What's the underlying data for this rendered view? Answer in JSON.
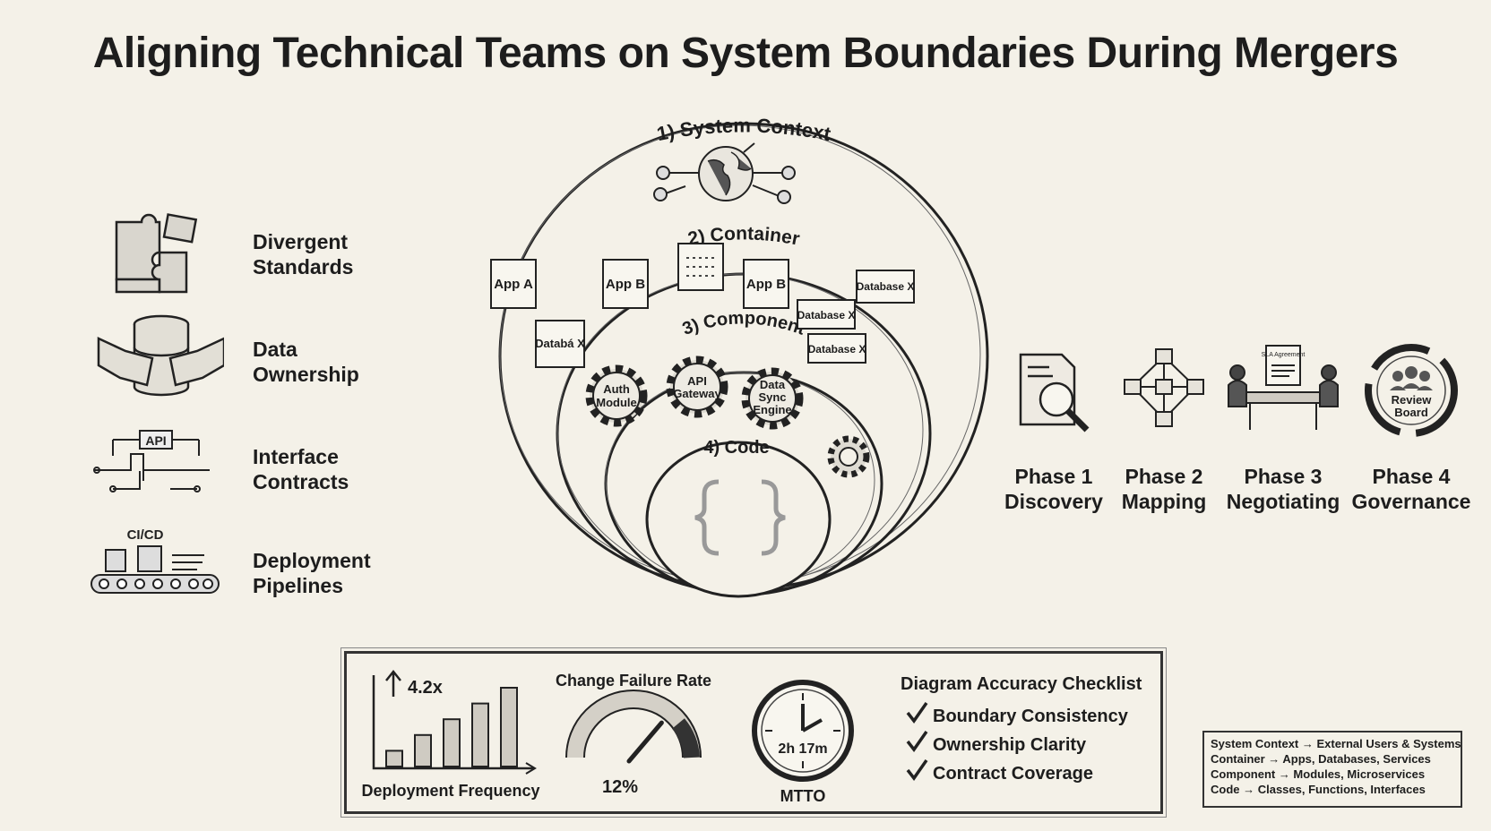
{
  "title": "Aligning Technical Teams on System Boundaries During Mergers",
  "challenges": [
    {
      "line1": "Divergent",
      "line2": "Standards",
      "icon": "puzzle-pieces-icon"
    },
    {
      "line1": "Data",
      "line2": "Ownership",
      "icon": "handshake-database-icon"
    },
    {
      "line1": "Interface",
      "line2": "Contracts",
      "icon": "api-contract-icon",
      "icon_text": "API"
    },
    {
      "line1": "Deployment",
      "line2": "Pipelines",
      "icon": "conveyor-belt-icon",
      "icon_text": "CI/CD"
    }
  ],
  "layers": {
    "context": "1) System Context",
    "container": "2) Container",
    "component": "3) Component",
    "code": "4) Code"
  },
  "container_boxes": {
    "app_a": "App A",
    "app_b_1": "App B",
    "app_b_2": "App B",
    "db_1": "Database X",
    "db_2": "Database X",
    "db_3": "Database X",
    "db_4": "Databá X"
  },
  "components": [
    {
      "line1": "Auth",
      "line2": "Module"
    },
    {
      "line1": "API",
      "line2": "Gateway"
    },
    {
      "line1": "Data",
      "line2": "Sync",
      "line3": "Engine"
    }
  ],
  "phases": [
    {
      "line1": "Phase 1",
      "line2": "Discovery",
      "icon": "magnifier-document-icon"
    },
    {
      "line1": "Phase 2",
      "line2": "Mapping",
      "icon": "network-map-icon"
    },
    {
      "line1": "Phase 3",
      "line2": "Negotiating",
      "icon": "negotiation-table-icon",
      "icon_text": "SLA Agreement"
    },
    {
      "line1": "Phase 4",
      "line2": "Governance",
      "icon": "review-board-cycle-icon",
      "icon_line1": "Review",
      "icon_line2": "Board"
    }
  ],
  "metrics": {
    "deploy": {
      "label": "Deployment Frequency",
      "growth": "4.2x",
      "bars": [
        1,
        2,
        3,
        4,
        5
      ]
    },
    "cfr": {
      "label": "Change Failure Rate",
      "value": "12%",
      "fraction": 0.12
    },
    "mttr": {
      "label": "MTTO",
      "value": "2h 17m"
    },
    "checklist": {
      "title": "Diagram Accuracy Checklist",
      "items": [
        "Boundary Consistency",
        "Ownership Clarity",
        "Contract Coverage"
      ]
    }
  },
  "legend": [
    "System Context → External Users & Systems",
    "Container → Apps, Databases, Services",
    "Component → Modules, Microservices",
    "Code → Classes, Functions, Interfaces"
  ]
}
